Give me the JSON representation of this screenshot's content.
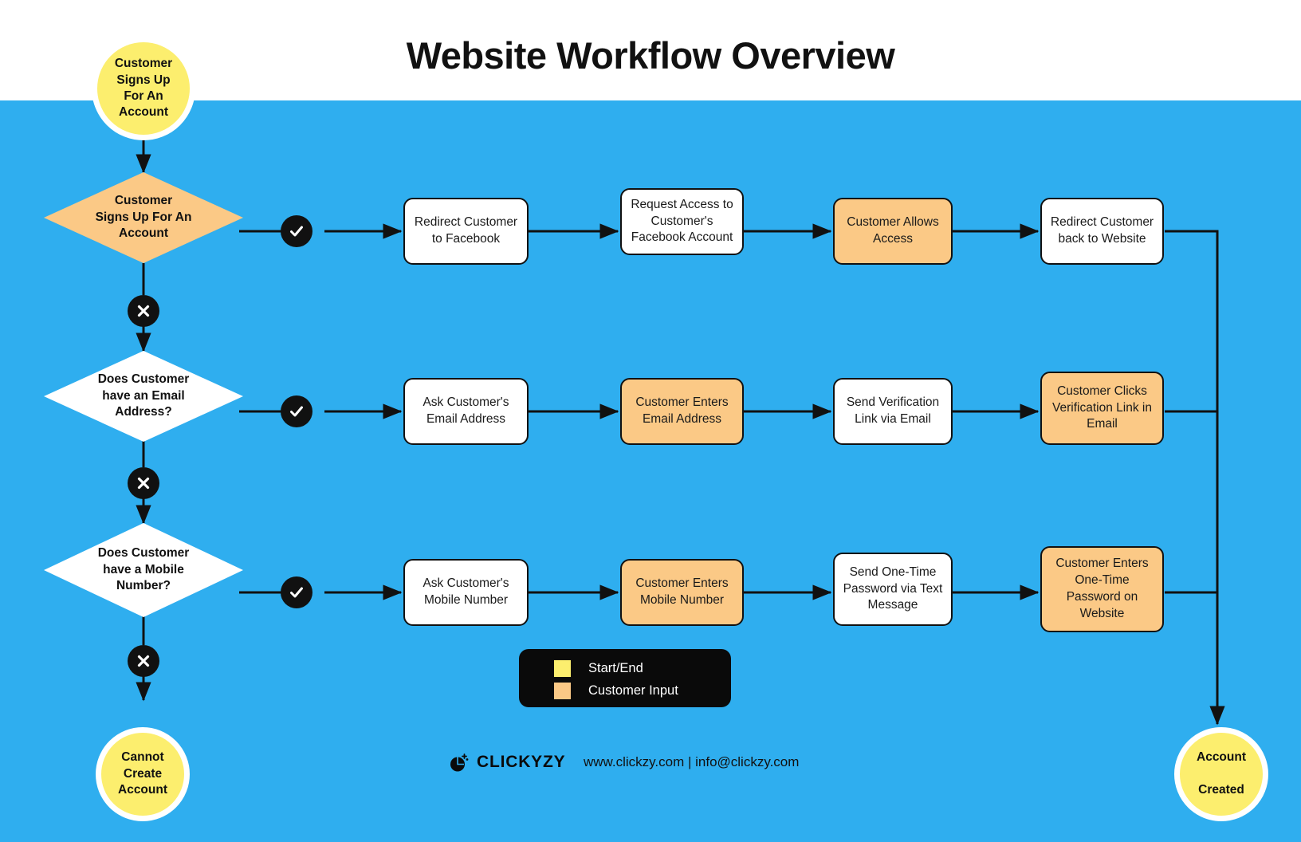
{
  "page": {
    "title": "Website Workflow Overview",
    "background_color": "#2FAEEF",
    "header_background": "#ffffff"
  },
  "colors": {
    "start_end": "#FCEE6E",
    "customer_input": "#FBC986",
    "process": "#ffffff",
    "line": "#111111",
    "legend_background": "#0a0a0a"
  },
  "nodes": {
    "start": {
      "label": "Customer\nSigns Up\nFor An\nAccount",
      "type": "start-end"
    },
    "decision1": {
      "label": "Customer\nSigns Up For An\nAccount",
      "type": "customer-input"
    },
    "decision2": {
      "label": "Does Customer\nhave an Email\nAddress?",
      "type": "decision"
    },
    "decision3": {
      "label": "Does Customer\nhave a Mobile\nNumber?",
      "type": "decision"
    },
    "row1": [
      {
        "label": "Redirect Customer\nto Facebook",
        "type": "process"
      },
      {
        "label": "Request Access to\nCustomer's\nFacebook Account",
        "type": "process"
      },
      {
        "label": "Customer Allows\nAccess",
        "type": "customer-input"
      },
      {
        "label": "Redirect Customer\nback to Website",
        "type": "process"
      }
    ],
    "row2": [
      {
        "label": "Ask Customer's\nEmail Address",
        "type": "process"
      },
      {
        "label": "Customer Enters\nEmail Address",
        "type": "customer-input"
      },
      {
        "label": "Send Verification\nLink via Email",
        "type": "process"
      },
      {
        "label": "Customer Clicks\nVerification Link in\nEmail",
        "type": "customer-input"
      }
    ],
    "row3": [
      {
        "label": "Ask Customer's\nMobile Number",
        "type": "process"
      },
      {
        "label": "Customer Enters\nMobile Number",
        "type": "customer-input"
      },
      {
        "label": "Send One-Time\nPassword via Text\nMessage",
        "type": "process"
      },
      {
        "label": "Customer Enters\nOne-Time\nPassword on\nWebsite",
        "type": "customer-input"
      }
    ],
    "end_fail": {
      "label": "Cannot\nCreate\nAccount",
      "type": "start-end"
    },
    "end_success": {
      "label": "Account\n\nCreated",
      "type": "start-end"
    }
  },
  "badges": {
    "yes": "check-icon",
    "no": "cross-icon"
  },
  "legend": {
    "items": [
      {
        "label": "Start/End",
        "color": "#FCEE6E"
      },
      {
        "label": "Customer Input",
        "color": "#FBC986"
      }
    ]
  },
  "footer": {
    "brand": "CLICKYZY",
    "logo_icon": "mouse-cursor-icon",
    "contact": "www.clickzy.com | info@clickzy.com"
  }
}
